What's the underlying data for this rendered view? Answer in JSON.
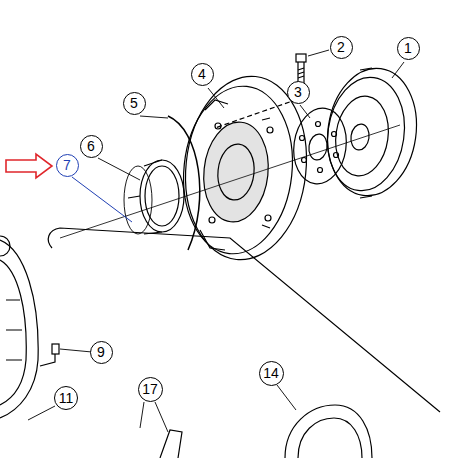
{
  "diagram": {
    "nodes": [
      {
        "text": [
          "1"
        ]
      },
      {
        "text": [
          "2"
        ]
      },
      {
        "text": [
          "3"
        ]
      },
      {
        "text": [
          "4"
        ]
      },
      {
        "text": [
          "5"
        ]
      },
      {
        "text": [
          "6"
        ]
      },
      {
        "text": [
          "7"
        ]
      },
      {
        "text": [
          "9"
        ]
      },
      {
        "text": [
          "11"
        ]
      },
      {
        "text": [
          "14"
        ]
      },
      {
        "text": [
          "17"
        ]
      }
    ]
  }
}
